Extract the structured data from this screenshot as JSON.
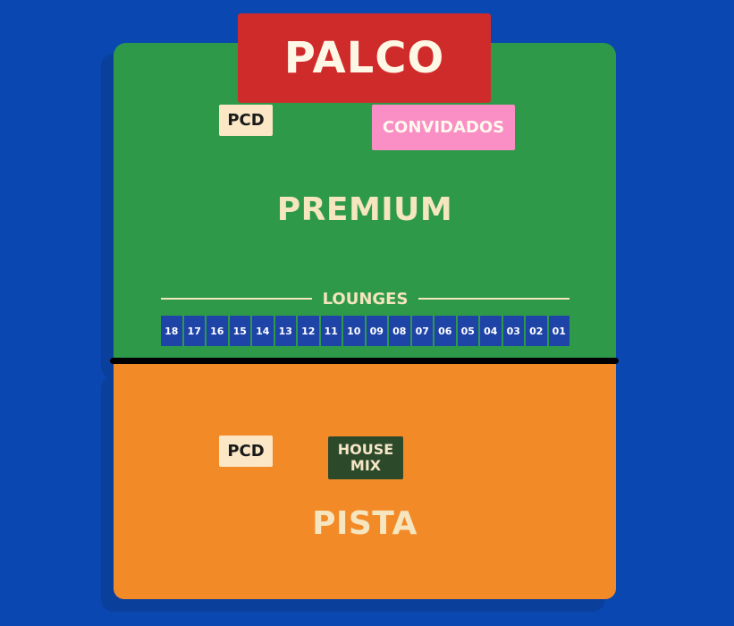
{
  "stage": {
    "label": "PALCO",
    "color": "#d02b2b"
  },
  "premium": {
    "label": "PREMIUM",
    "color": "#2e9a49",
    "pcd_label": "PCD",
    "guests_label": "CONVIDADOS",
    "lounges": {
      "title": "LOUNGES",
      "items": [
        "18",
        "17",
        "16",
        "15",
        "14",
        "13",
        "12",
        "11",
        "10",
        "09",
        "08",
        "07",
        "06",
        "05",
        "04",
        "03",
        "02",
        "01"
      ]
    }
  },
  "pista": {
    "label": "PISTA",
    "color": "#f38a28",
    "pcd_label": "PCD",
    "housemix_line1": "HOUSE",
    "housemix_line2": "MIX"
  },
  "background_color": "#0a47b0"
}
